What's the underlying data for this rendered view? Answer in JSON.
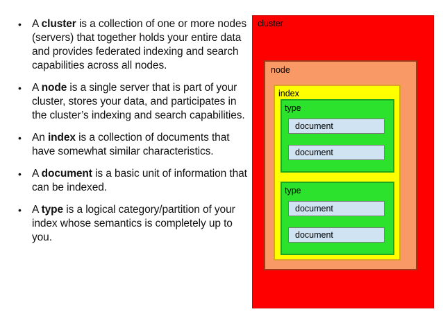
{
  "slide": {
    "bullets": [
      {
        "pre": "A ",
        "bold": "cluster",
        "post": " is a collection of one or more nodes (servers) that together holds your entire data and provides federated indexing and search capabilities across all nodes."
      },
      {
        "pre": "A ",
        "bold": "node",
        "post": " is a single server that is part of your cluster, stores your data, and participates in the cluster’s indexing and search capabilities."
      },
      {
        "pre": "An ",
        "bold": "index",
        "post": " is a collection of documents that have somewhat similar characteristics."
      },
      {
        "pre": "A ",
        "bold": "document",
        "post": " is a basic unit of information that can be indexed."
      },
      {
        "pre": "A ",
        "bold": "type",
        "post": " is a logical category/partition of your index whose semantics is completely up to you."
      }
    ]
  },
  "diagram": {
    "cluster_label": "cluster",
    "node_label": "node",
    "index_label": "index",
    "types": [
      {
        "label": "type",
        "documents": [
          "document",
          "document"
        ]
      },
      {
        "label": "type",
        "documents": [
          "document",
          "document"
        ]
      }
    ],
    "colors": {
      "cluster": "#ff0000",
      "cluster_border": "#d40000",
      "node": "#f99a66",
      "node_border": "#a0391e",
      "index": "#ffff00",
      "index_border": "#e0a030",
      "type": "#2ce22c",
      "type_border": "#1fa51f",
      "document": "#cfe3f2",
      "document_border": "#7a7a7a"
    }
  }
}
